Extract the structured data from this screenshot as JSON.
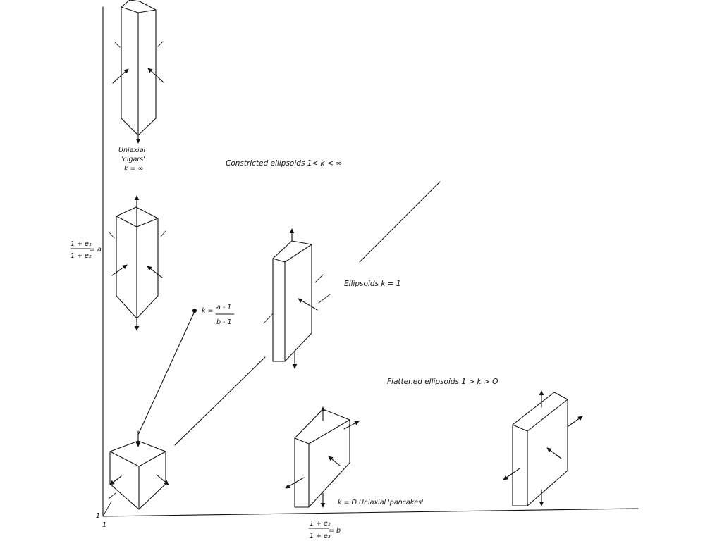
{
  "axes": {
    "y_label_num": "1 + e₁",
    "y_label_den": "1 + e₂",
    "y_label_eq": "= a",
    "x_label_num": "1 + e₂",
    "x_label_den": "1 + e₃",
    "x_label_eq": "= b",
    "origin_y_tick": "1",
    "origin_x_tick": "1"
  },
  "labels": {
    "cigars_line1": "Uniaxial",
    "cigars_line2": "'cigars'",
    "cigars_line3": "k = ∞",
    "constricted": "Constricted  ellipsoids  1< k < ∞",
    "ellipsoids_k1": "Ellipsoids  k = 1",
    "flattened": "Flattened  ellipsoids  1 > k > O",
    "pancakes": "k = O  Uniaxial  'pancakes'",
    "k_formula_prefix": "k =",
    "k_formula_num": "a - 1",
    "k_formula_den": "b - 1"
  }
}
